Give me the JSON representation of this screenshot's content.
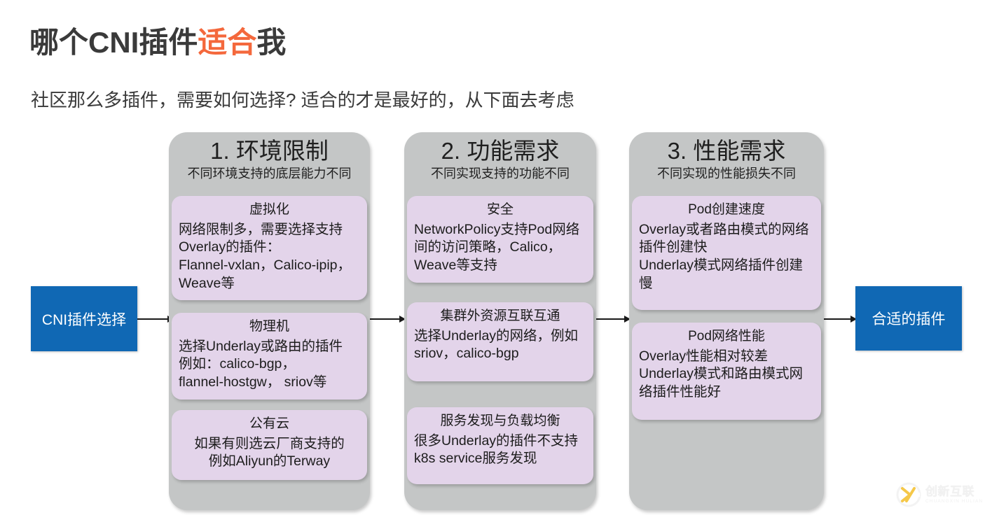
{
  "header": {
    "title_prefix": "哪个CNI插件",
    "title_accent": "适合",
    "title_suffix": "我",
    "accent_color": "#F4683C",
    "subtitle": "社区那么多插件，需要如何选择? 适合的才是最好的，从下面去考虑"
  },
  "flow": {
    "start_label": "CNI插件选择",
    "end_label": "合适的插件",
    "box_color": "#1068B4"
  },
  "columns": [
    {
      "number": "1. 环境限制",
      "subtitle": "不同环境支持的底层能力不同",
      "cards": [
        {
          "title": "虚拟化",
          "body": "网络限制多，需要选择支持Overlay的插件：\nFlannel-vxlan，Calico-ipip，Weave等",
          "align": "left"
        },
        {
          "title": "物理机",
          "body": "选择Underlay或路由的插件\n例如：calico-bgp，\nflannel-hostgw， sriov等",
          "align": "left"
        },
        {
          "title": "公有云",
          "body": "如果有则选云厂商支持的\n例如Aliyun的Terway",
          "align": "center"
        }
      ]
    },
    {
      "number": "2. 功能需求",
      "subtitle": "不同实现支持的功能不同",
      "cards": [
        {
          "title": "安全",
          "body": "NetworkPolicy支持Pod网络间的访问策略，Calico，Weave等支持",
          "align": "left"
        },
        {
          "title": "集群外资源互联互通",
          "body": "选择Underlay的网络，例如sriov，calico-bgp",
          "align": "left"
        },
        {
          "title": "服务发现与负载均衡",
          "body": "很多Underlay的插件不支持k8s service服务发现",
          "align": "left"
        }
      ]
    },
    {
      "number": "3. 性能需求",
      "subtitle": "不同实现的性能损失不同",
      "cards": [
        {
          "title": "Pod创建速度",
          "body": "Overlay或者路由模式的网络插件创建快\nUnderlay模式网络插件创建慢",
          "align": "left"
        },
        {
          "title": "Pod网络性能",
          "body": "Overlay性能相对较差\nUnderlay模式和路由模式网络插件性能好",
          "align": "left"
        }
      ]
    }
  ],
  "watermark": {
    "cn": "创新互联",
    "en": "CHUANGXIN HULIAN"
  }
}
